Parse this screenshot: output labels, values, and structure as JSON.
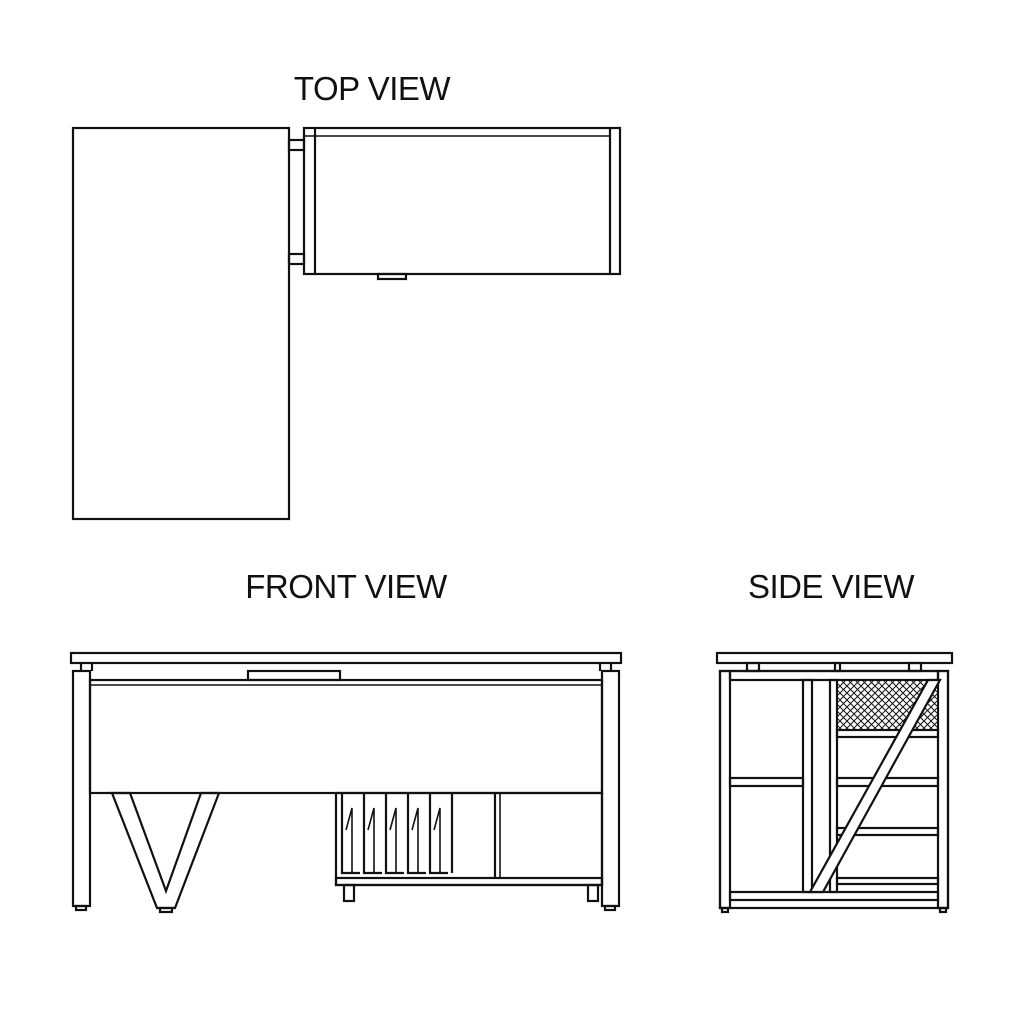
{
  "views": {
    "top": {
      "title": "TOP VIEW"
    },
    "front": {
      "title": "FRONT VIEW"
    },
    "side": {
      "title": "SIDE VIEW"
    }
  },
  "colors": {
    "line": "#111111",
    "background": "#ffffff"
  }
}
